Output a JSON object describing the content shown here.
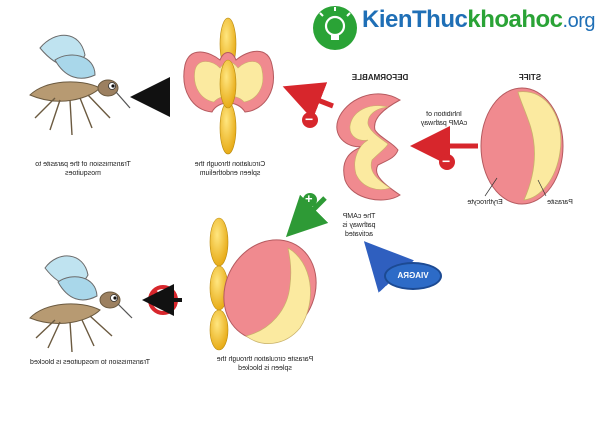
{
  "watermark": {
    "part1": "KienThuc",
    "part2": "khoahoc",
    "part3": ".org"
  },
  "labels": {
    "stiff": "STIFF",
    "deformable": "DEFORMABLE",
    "inhibition": "Inhibition of cAMP pathway",
    "erythrocyte": "Erythrocyte",
    "parasite": "Parasite",
    "spleen_circulation": "Circulation through the spleen endothelium",
    "transmission": "Transmission of the parasite to mosquitoes",
    "camp_activated": "The cAMP pathway is activated",
    "viagra": "VIAGRA",
    "blocked_circulation": "Parasite circulation through the spleen is blocked",
    "blocked_transmission": "Transmission to mosquitoes is blocked"
  },
  "signs": {
    "minus": "−",
    "plus": "+"
  },
  "colors": {
    "cell_pink": "#f08a8f",
    "parasite_yellow": "#fbeaa0",
    "endothelium": "#f2b81c",
    "arrow_red": "#d7262c",
    "arrow_green": "#2e9a36",
    "arrow_blue": "#2f5fbf",
    "viagra_blue": "#2d6bc7",
    "logo_green": "#2aa336"
  }
}
